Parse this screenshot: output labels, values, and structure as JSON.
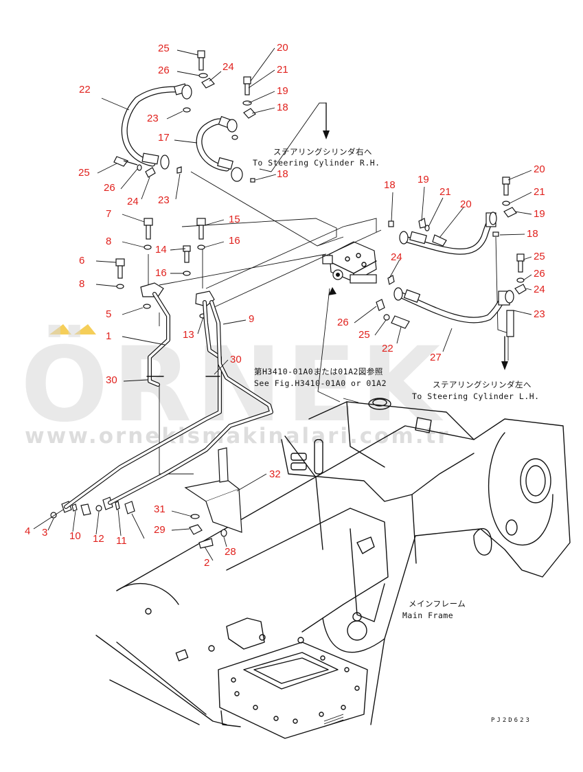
{
  "watermark": {
    "logo_text": "ÖRNEK",
    "url": "www.ornekismakinalari.com.tr",
    "dot_color": "#f2c230",
    "text_color": "#d8d8d8"
  },
  "callout_color": "#e0201c",
  "notes": {
    "to_rh_jp": "ステアリングシリンダ右へ",
    "to_rh_en": "To Steering Cylinder R.H.",
    "to_lh_jp": "ステアリングシリンダ左へ",
    "to_lh_en": "To Steering Cylinder L.H.",
    "see_fig_jp": "第H3410-01A0または01A2図参照",
    "see_fig_en": "See Fig.H3410-01A0 or 01A2",
    "main_frame_jp": "メインフレーム",
    "main_frame_en": "Main Frame"
  },
  "drawing_code": "PJ2D623",
  "callouts": [
    "25",
    "26",
    "24",
    "20",
    "21",
    "19",
    "18",
    "22",
    "23",
    "17",
    "25",
    "26",
    "24",
    "23",
    "18",
    "18",
    "19",
    "21",
    "20",
    "20",
    "21",
    "19",
    "18",
    "7",
    "15",
    "8",
    "14",
    "16",
    "6",
    "16",
    "8",
    "5",
    "13",
    "9",
    "1",
    "30",
    "30",
    "25",
    "26",
    "24",
    "23",
    "24",
    "26",
    "25",
    "22",
    "27",
    "32",
    "31",
    "29",
    "28",
    "2",
    "4",
    "3",
    "10",
    "12",
    "11"
  ]
}
